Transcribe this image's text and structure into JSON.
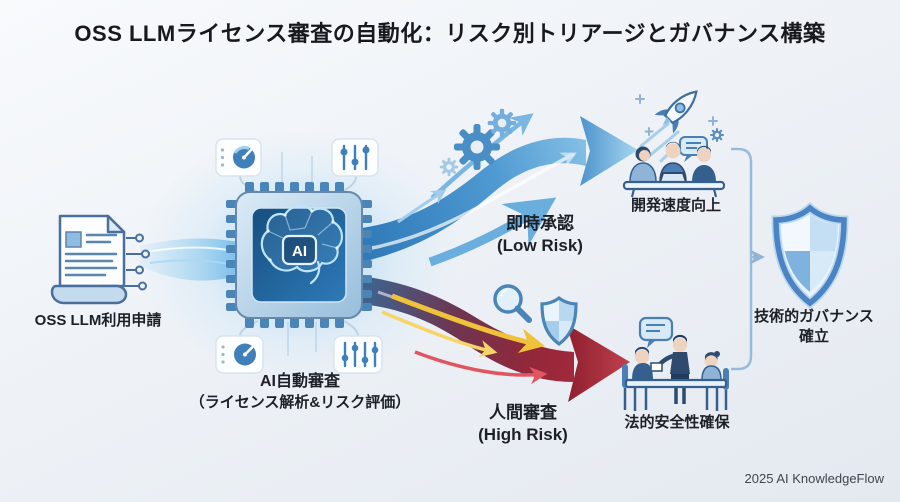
{
  "title": "OSS LLMライセンス審査の自動化：リスク別トリアージとガバナンス構築",
  "nodes": {
    "application": {
      "label": "OSS LLM利用申請"
    },
    "ai_review": {
      "chip_text": "AI",
      "label": "AI自動審査",
      "sublabel": "（ライセンス解析&リスク評価）"
    },
    "low_risk": {
      "label": "即時承認",
      "sublabel": "(Low Risk)"
    },
    "high_risk": {
      "label": "人間審査",
      "sublabel": "(High Risk)"
    },
    "dev_speed": {
      "label": "開発速度向上"
    },
    "legal_safety": {
      "label": "法的安全性確保"
    },
    "governance": {
      "label_line1": "技術的ガバナンス",
      "label_line2": "確立"
    }
  },
  "footer": {
    "credit": "2025 AI KnowledgeFlow"
  },
  "colors": {
    "low_risk_flow": "#4f9ad2",
    "high_risk_flow": "#b02c3c",
    "accent_yellow": "#f0c23a",
    "shield_blue": "#4a84c4",
    "text": "#1d2127"
  }
}
